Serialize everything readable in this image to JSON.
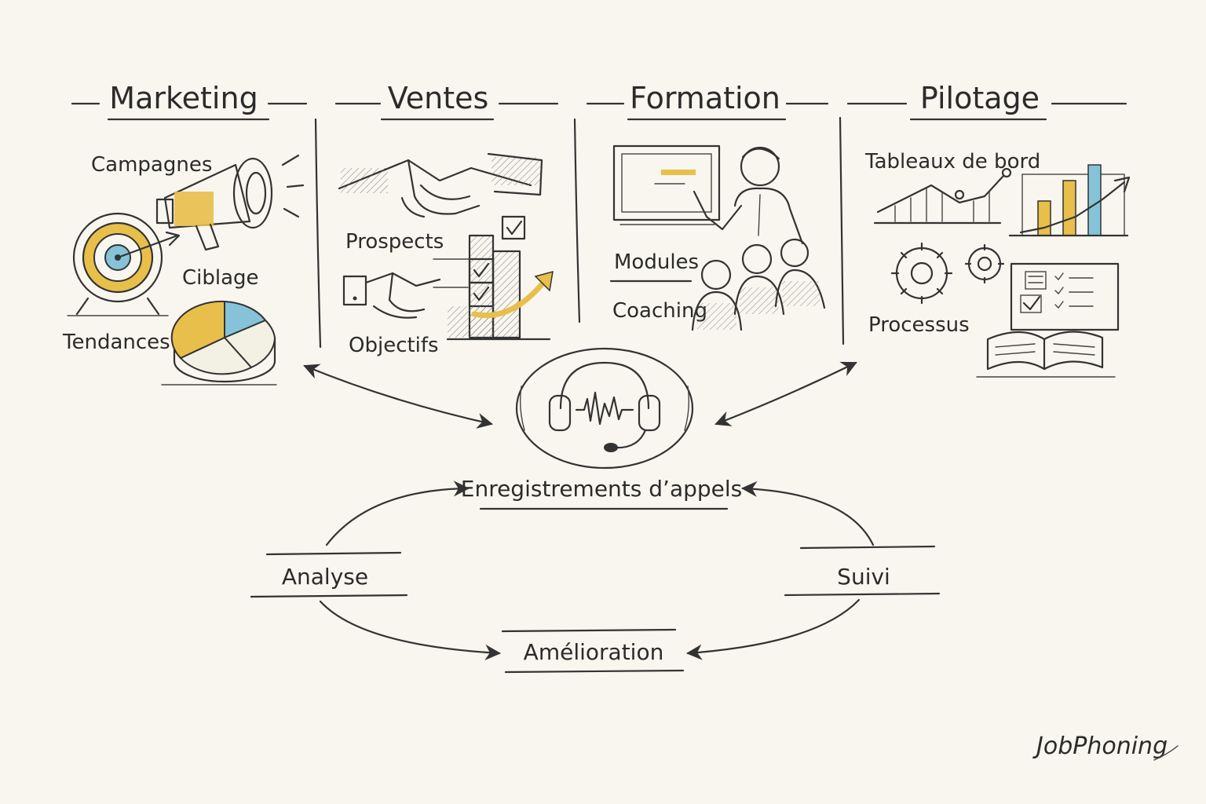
{
  "columns": [
    {
      "title": "Marketing",
      "items": [
        "Campagnes",
        "Ciblage",
        "Tendances"
      ]
    },
    {
      "title": "Ventes",
      "items": [
        "Prospects",
        "Objectifs"
      ]
    },
    {
      "title": "Formation",
      "items": [
        "Modules",
        "Coaching"
      ]
    },
    {
      "title": "Pilotage",
      "items": [
        "Tableaux de bord",
        "Processus"
      ]
    }
  ],
  "center": {
    "label": "Enregistrements d’appels"
  },
  "cycle": {
    "left": "Analyse",
    "right": "Suivi",
    "bottom": "Amélioration"
  },
  "brand": "JobPhoning",
  "colors": {
    "yellow": "#e8bf4a",
    "blue": "#86c3d9",
    "ink": "#333333",
    "paper": "#f8f6ee"
  }
}
